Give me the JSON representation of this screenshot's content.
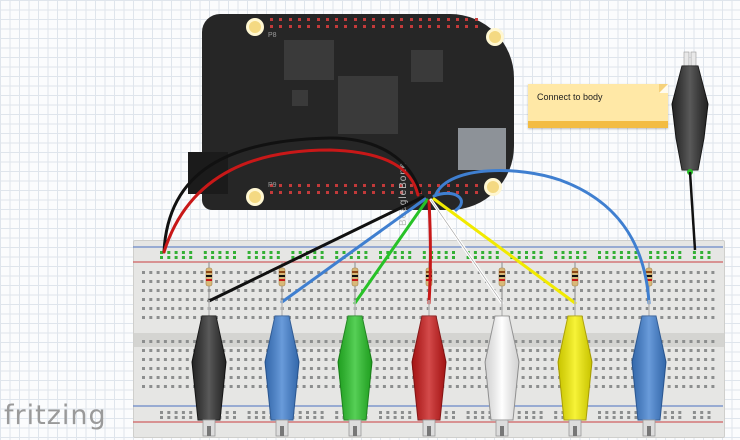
{
  "app": {
    "logo_text": "fritzing"
  },
  "board": {
    "name": "BeagleBone",
    "header_top_label": "P8",
    "header_bottom_label": "P9",
    "color": "#262626"
  },
  "note": {
    "text": "Connect to body"
  },
  "wires": [
    {
      "name": "red",
      "color": "#c81818"
    },
    {
      "name": "black",
      "color": "#111111"
    },
    {
      "name": "blue",
      "color": "#3f7fd0"
    },
    {
      "name": "green",
      "color": "#27c227"
    },
    {
      "name": "white",
      "color": "#ffffff"
    },
    {
      "name": "yellow",
      "color": "#f1ea00"
    }
  ],
  "clips": [
    {
      "name": "black-clip",
      "color": "#2b2b2b"
    },
    {
      "name": "blue-clip",
      "color": "#3f7fd0"
    },
    {
      "name": "green-clip",
      "color": "#27c227"
    },
    {
      "name": "red-clip",
      "color": "#c81818"
    },
    {
      "name": "white-clip",
      "color": "#ffffff"
    },
    {
      "name": "yellow-clip",
      "color": "#f5f000"
    },
    {
      "name": "blue-clip-2",
      "color": "#3f7fd0"
    }
  ],
  "probe": {
    "name": "body-probe",
    "color": "#2b2b2b"
  },
  "icons": [
    "resistor-icon",
    "alligator-clip-icon",
    "probe-clip-icon"
  ]
}
